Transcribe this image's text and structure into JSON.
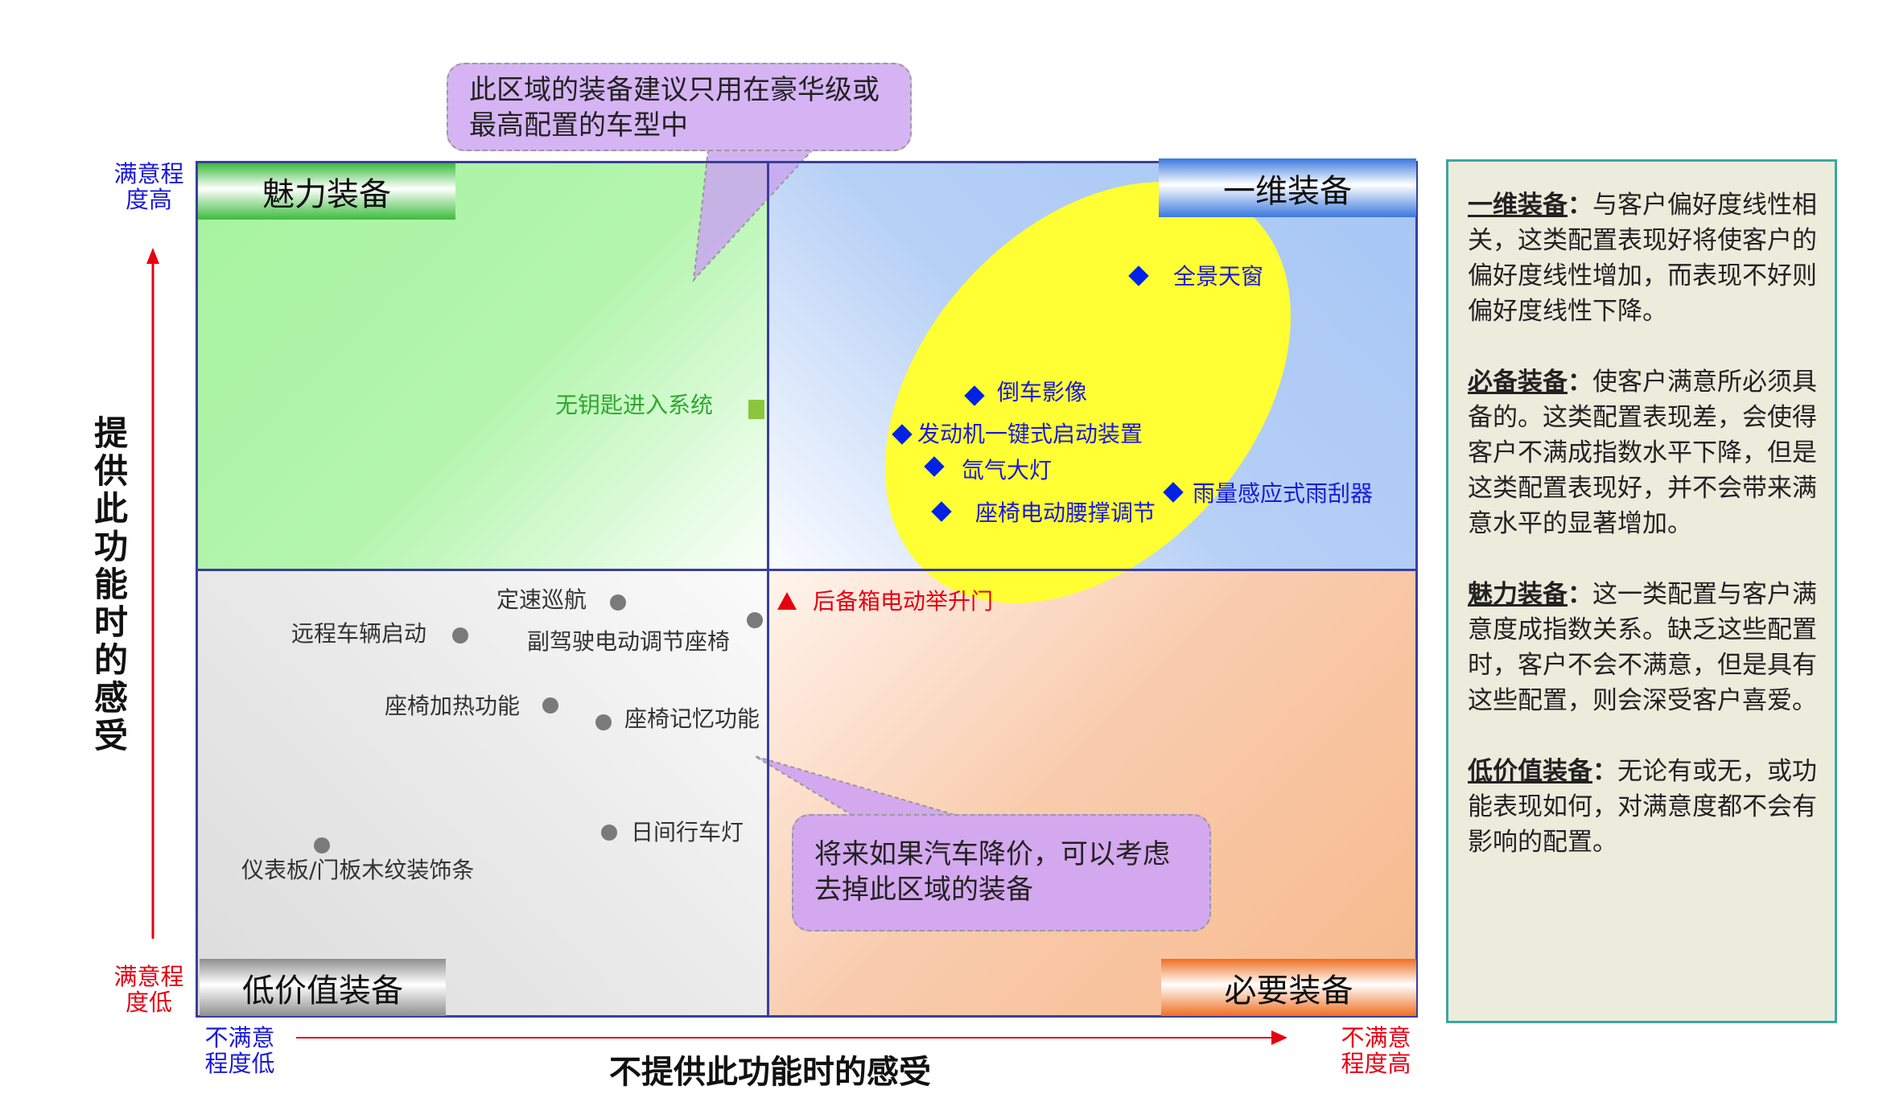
{
  "quadrants": {
    "top_left": "魅力装备",
    "top_right": "一维装备",
    "bottom_left": "低价值装备",
    "bottom_right": "必要装备"
  },
  "axes": {
    "y_title": "提供此功能时的感受",
    "y_high": "满意程度高",
    "y_low": "满意程度低",
    "x_title": "不提供此功能时的感受",
    "x_low": "不满意程度低",
    "x_high": "不满意程度高"
  },
  "callouts": {
    "top": "此区域的装备建议只用在豪华级或最高配置的车型中",
    "bottom": "将来如果汽车降价，可以考虑去掉此区域的装备"
  },
  "points": {
    "one_dimensional": [
      "全景天窗",
      "倒车影像",
      "发动机一键式启动装置",
      "氙气大灯",
      "座椅电动腰撑调节",
      "雨量感应式雨刮器"
    ],
    "attractive": [
      "无钥匙进入系统"
    ],
    "must_be": [
      "后备箱电动举升门"
    ],
    "low_value": [
      "定速巡航",
      "远程车辆启动",
      "副驾驶电动调节座椅",
      "座椅加热功能",
      "座椅记忆功能",
      "日间行车灯",
      "仪表板/门板木纹装饰条"
    ]
  },
  "panel": [
    {
      "term": "一维装备",
      "colon": "：",
      "text": "与客户偏好度线性相关，这类配置表现好将使客户的偏好度线性增加，而表现不好则偏好度线性下降。"
    },
    {
      "term": "必备装备",
      "colon": "：",
      "text": "使客户满意所必须具备的。这类配置表现差，会使得客户不满成指数水平下降，但是这类配置表现好，并不会带来满意水平的显著增加。"
    },
    {
      "term": "魅力装备",
      "colon": "：",
      "text": "这一类配置与客户满意度成指数关系。缺乏这些配置时，客户不会不满意，但是具有这些配置，则会深受客户喜爱。"
    },
    {
      "term": "低价值装备",
      "colon": "：",
      "text": "无论有或无，或功能表现如何，对满意度都不会有影响的配置。"
    }
  ],
  "colors": {
    "frame": "#3a3f9a",
    "arrow": "#e60012",
    "blue_text": "#1a1ad8",
    "ellipse": "#ffff33",
    "callout": "#d4a8ee"
  }
}
